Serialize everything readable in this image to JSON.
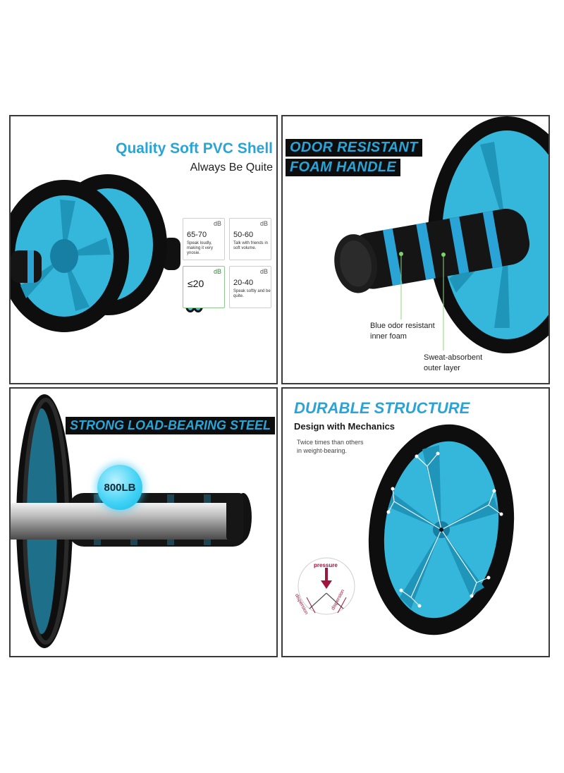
{
  "panel1": {
    "title": "Quality Soft PVC Shell",
    "subtitle": "Always Be Quite",
    "noise_levels": [
      {
        "unit": "dB",
        "range": "65-70",
        "desc": "Speak loudly, making it very ynosie."
      },
      {
        "unit": "dB",
        "range": "50-60",
        "desc": "Talk with friends in soft volume."
      },
      {
        "unit": "dB",
        "range": "≤20",
        "desc": ""
      },
      {
        "unit": "dB",
        "range": "20-40",
        "desc": "Speak softly and be quite."
      }
    ]
  },
  "panel2": {
    "title_line1": "ODOR RESISTANT",
    "title_line2": "FOAM HANDLE",
    "note_inner_line1": "Blue odor resistant",
    "note_inner_line2": "inner foam",
    "note_outer_line1": "Sweat-absorbent",
    "note_outer_line2": "outer layer"
  },
  "panel3": {
    "title": "STRONG LOAD-BEARING STEEL",
    "badge": "800LB"
  },
  "panel4": {
    "title": "DURABLE STRUCTURE",
    "subtitle": "Design with Mechanics",
    "desc_line1": "Twice times than others",
    "desc_line2": "in weight-bearing.",
    "diagram_top": "pressure",
    "diagram_left": "dispersion",
    "diagram_right": "dispersion"
  },
  "colors": {
    "accent_blue": "#2aa4d6",
    "wheel_blue": "#35b7dc",
    "tire_black": "#0e0e0e"
  }
}
